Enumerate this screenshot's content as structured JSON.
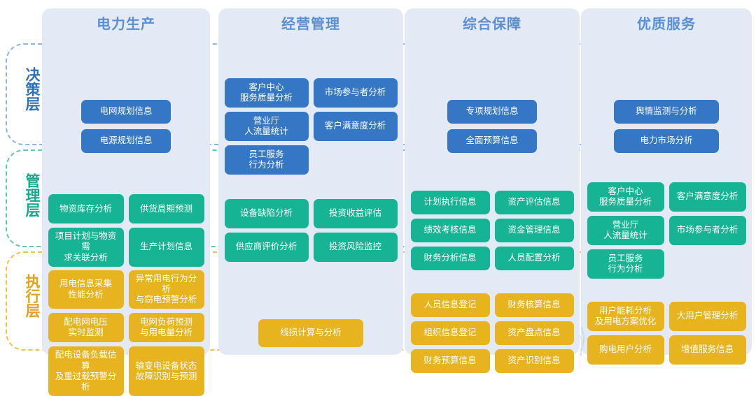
{
  "colors": {
    "decision": "#3577c4",
    "management": "#17b395",
    "execution": "#e7b420",
    "panel": "#e4eaf5",
    "header_text": "#5b8fd0"
  },
  "rows": [
    {
      "key": "decision",
      "label": "决策层"
    },
    {
      "key": "management",
      "label": "管理层"
    },
    {
      "key": "execution",
      "label": "执行层"
    }
  ],
  "columns": [
    {
      "key": "power_production",
      "title": "电力生产"
    },
    {
      "key": "business_mgmt",
      "title": "经营管理"
    },
    {
      "key": "comprehensive",
      "title": "综合保障"
    },
    {
      "key": "quality_service",
      "title": "优质服务"
    }
  ],
  "cells": {
    "decision": {
      "power_production": [
        "电网规划信息",
        "电源规划信息"
      ],
      "business_mgmt": [
        "客户中心\n服务质量分析",
        "市场参与者分析",
        "营业厅\n人流量统计",
        "客户满意度分析",
        "员工服务\n行为分析"
      ],
      "comprehensive": [
        "专项规划信息",
        "全面预算信息"
      ],
      "quality_service": [
        "舆情监测与分析",
        "电力市场分析"
      ]
    },
    "management": {
      "power_production": [
        "物资库存分析",
        "供货周期预测",
        "项目计划与物资需\n求关联分析",
        "生产计划信息"
      ],
      "business_mgmt": [
        "设备缺陷分析",
        "投资收益评估",
        "供应商评价分析",
        "投资风险监控"
      ],
      "comprehensive": [
        "计划执行信息",
        "资产评估信息",
        "绩效考核信息",
        "资金管理信息",
        "财务分析信息",
        "人员配置分析"
      ],
      "quality_service": [
        "客户中心\n服务质量分析",
        "客户满意度分析",
        "营业厅\n人流量统计",
        "市场参与者分析",
        "员工服务\n行为分析"
      ]
    },
    "execution": {
      "power_production": [
        "用电信息采集\n性能分析",
        "异常用电行为分析\n与窃电预警分析",
        "配电网电压\n实时监测",
        "电网负荷预测\n与用电量分析",
        "配电设备负载估算\n及重过载预警分析",
        "输变电设备状态\n故障识别与预测"
      ],
      "business_mgmt": [
        "线损计算与分析"
      ],
      "comprehensive": [
        "人员信息登记",
        "财务核算信息",
        "组织信息登记",
        "资产盘点信息",
        "财务预算信息",
        "资产识别信息"
      ],
      "quality_service": [
        "用户能耗分析\n及用电方案优化",
        "大用户管理分析",
        "购电用户分析",
        "增值服务信息"
      ]
    }
  }
}
